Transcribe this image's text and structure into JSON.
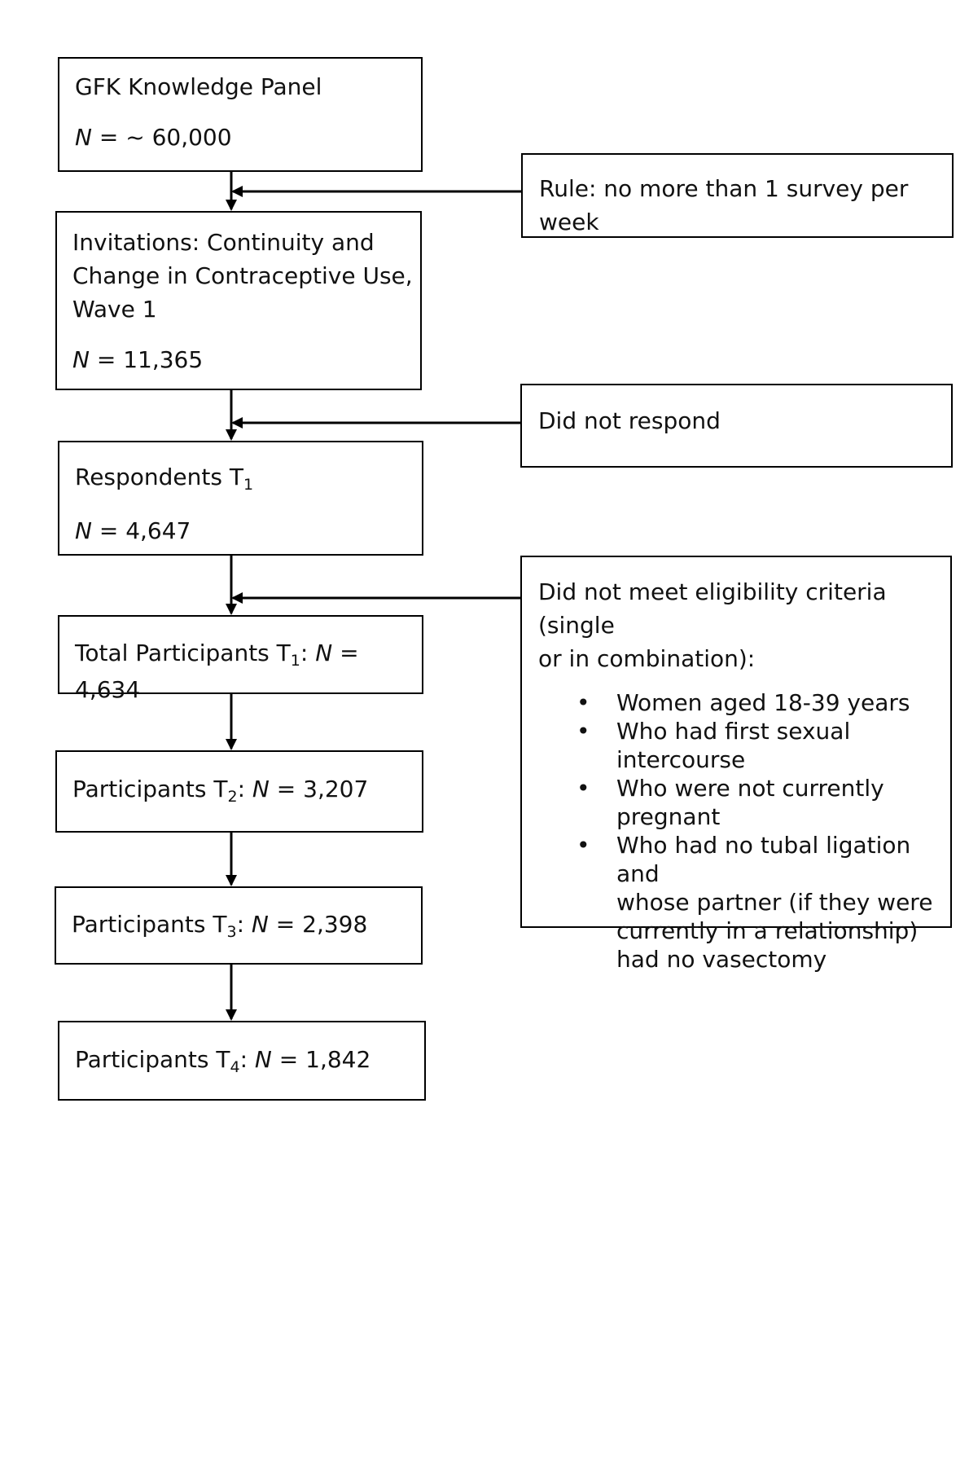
{
  "nodes": {
    "panel": {
      "title": "GFK Knowledge Panel",
      "n_label": "N",
      "n_rest": " = ~ 60,000"
    },
    "invitations": {
      "line1": "Invitations: Continuity and",
      "line2": "Change in Contraceptive Use,",
      "line3": "Wave 1",
      "n_label": "N",
      "n_rest": " = 11,365"
    },
    "respondents": {
      "title": "Respondents T",
      "sub": "1",
      "n_label": "N",
      "n_rest": " = 4,647"
    },
    "total": {
      "prefix": "Total Participants T",
      "sub": "1",
      "colon": ": ",
      "n_label": "N",
      "n_rest": " = 4,634"
    },
    "p2": {
      "prefix": "Participants T",
      "sub": "2",
      "colon": ": ",
      "n_label": "N",
      "n_rest": " = 3,207"
    },
    "p3": {
      "prefix": "Participants T",
      "sub": "3",
      "colon": ": ",
      "n_label": "N",
      "n_rest": " = 2,398"
    },
    "p4": {
      "prefix": "Participants T",
      "sub": "4",
      "colon": ": ",
      "n_label": "N",
      "n_rest": " = 1,842"
    }
  },
  "side_notes": {
    "rule": "Rule: no more than 1 survey per week",
    "no_response": "Did not respond",
    "eligibility": {
      "line1": "Did not meet eligibility criteria (single",
      "line2": "or in combination):",
      "bullet_char": "•",
      "criteria": [
        {
          "lines": [
            "Women aged 18-39 years"
          ]
        },
        {
          "lines": [
            "Who had first sexual",
            "intercourse"
          ]
        },
        {
          "lines": [
            "Who were not currently",
            "pregnant"
          ]
        },
        {
          "lines": [
            "Who had no tubal ligation and",
            "whose partner (if they were",
            "currently in a relationship)",
            "had no vasectomy"
          ]
        }
      ]
    }
  },
  "colors": {
    "line": "#000000",
    "text": "#111111",
    "background": "#ffffff"
  }
}
